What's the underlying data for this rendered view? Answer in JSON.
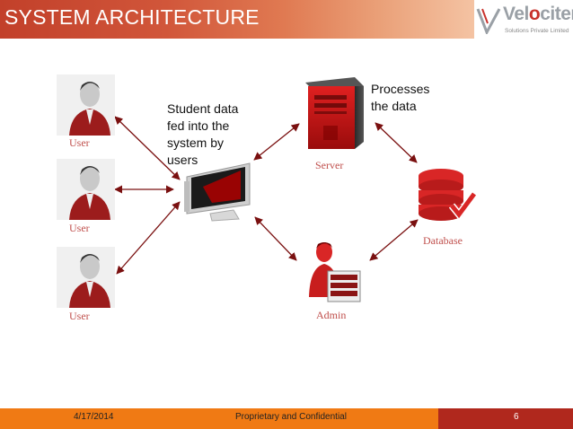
{
  "header": {
    "title": "SYSTEM ARCHITECTURE"
  },
  "logo": {
    "name_part1": "Vel",
    "name_o": "o",
    "name_part2": "citer",
    "tagline": "Solutions Private Limited"
  },
  "diagram": {
    "labels": {
      "user1": "User",
      "user2": "User",
      "user3": "User",
      "server": "Server",
      "database": "Database",
      "admin": "Admin"
    },
    "notes": {
      "student_data": [
        "Student data",
        "fed into the",
        "system by",
        "users"
      ],
      "processes": [
        "Processes",
        "the data"
      ]
    },
    "icons": [
      "user-icon",
      "computer-icon",
      "server-icon",
      "database-icon",
      "admin-icon",
      "double-arrow"
    ]
  },
  "footer": {
    "date": "4/17/2014",
    "confidential": "Proprietary and Confidential",
    "page": "6"
  },
  "colors": {
    "accent": "#c0504d",
    "header_red": "#c2402a",
    "footer_orange": "#f07a14",
    "footer_red": "#b0281d"
  }
}
